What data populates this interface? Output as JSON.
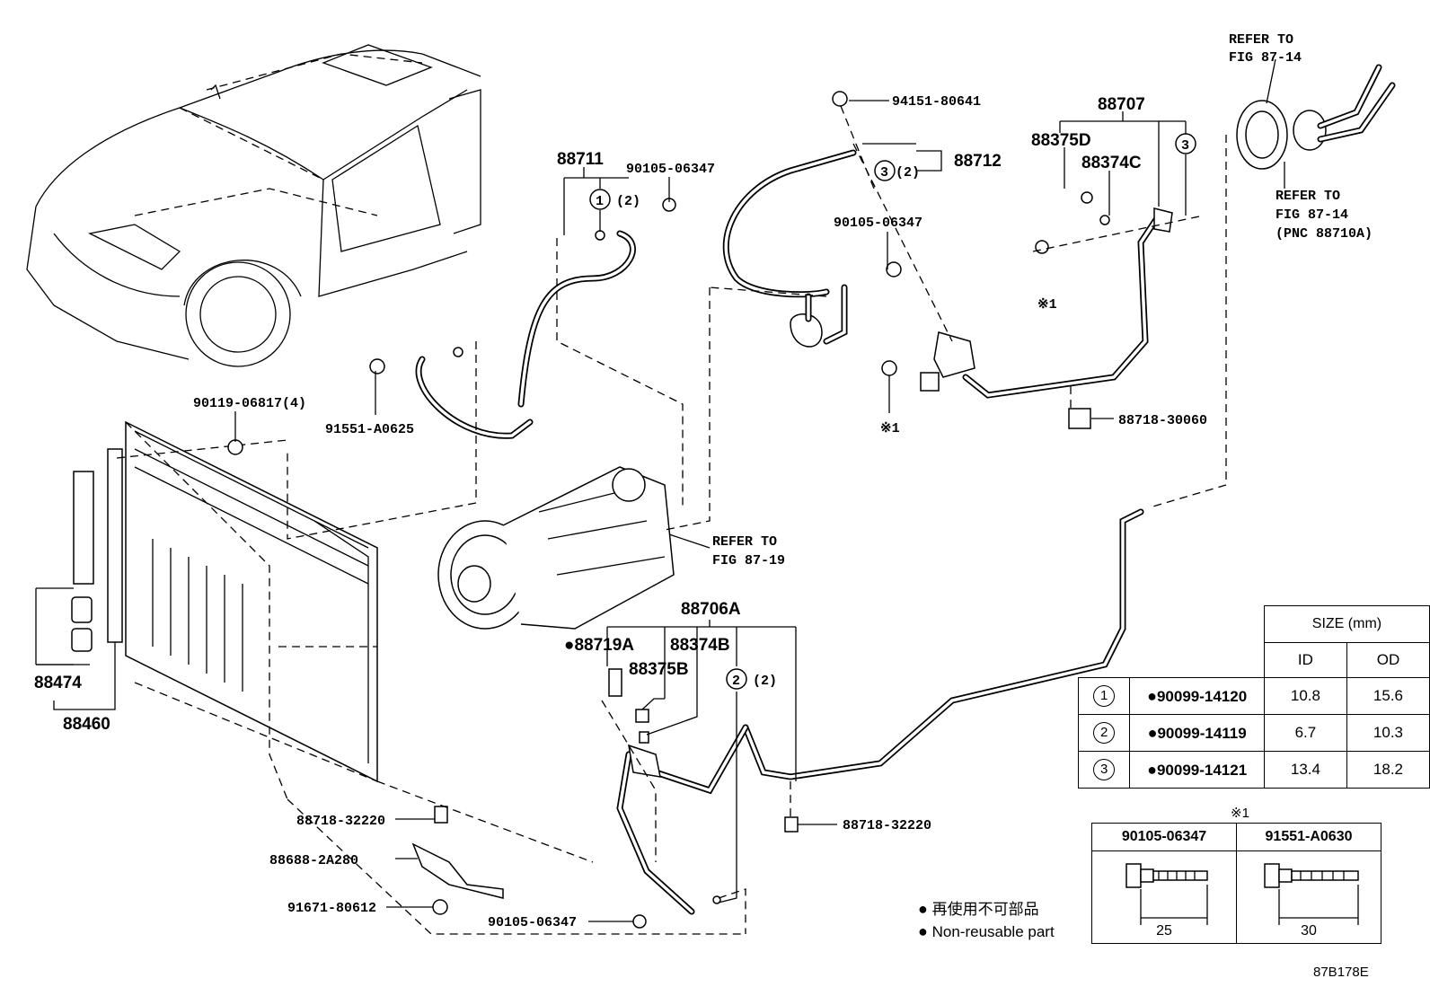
{
  "labels": {
    "refer_top_1": "REFER TO",
    "refer_top_2": "FIG 87-14",
    "refer_mid_1": "REFER TO",
    "refer_mid_2": "FIG 87-14",
    "refer_mid_3": "(PNC 88710A)",
    "refer_comp_1": "REFER TO",
    "refer_comp_2": "FIG 87-19",
    "p88707": "88707",
    "p88375D": "88375D",
    "p88374C": "88374C",
    "p94151": "94151-80641",
    "p88712": "88712",
    "ring3_qty_a": "(2)",
    "p88711": "88711",
    "p90105_a": "90105-06347",
    "ring1_qty": "(2)",
    "p90105_b": "90105-06347",
    "star1_a": "※1",
    "star1_b": "※1",
    "p88718_30060": "88718-30060",
    "p90119": "90119-06817(4)",
    "p91551": "91551-A0625",
    "p88706A": "88706A",
    "p88719A": "●88719A",
    "p88374B": "88374B",
    "p88375B": "88375B",
    "ring2_qty": "(2)",
    "p88474": "88474",
    "p88460": "88460",
    "p88718_32220_a": "88718-32220",
    "p88718_32220_b": "88718-32220",
    "p88688": "88688-2A280",
    "p91671": "91671-80612",
    "p90105_c": "90105-06347",
    "c1": "1",
    "c2": "2",
    "c3": "3"
  },
  "size_table": {
    "header": "SIZE (mm)",
    "col_id": "ID",
    "col_od": "OD",
    "rows": [
      {
        "ring": "1",
        "part": "90099-14120",
        "id": "10.8",
        "od": "15.6"
      },
      {
        "ring": "2",
        "part": "90099-14119",
        "id": "6.7",
        "od": "10.3"
      },
      {
        "ring": "3",
        "part": "90099-14121",
        "id": "13.4",
        "od": "18.2"
      }
    ]
  },
  "bolt_table": {
    "mark": "※1",
    "col1": "90105-06347",
    "col2": "91551-A0630",
    "len1": "25",
    "len2": "30"
  },
  "legend": {
    "jp": "再使用不可部品",
    "en": "Non-reusable part"
  },
  "drawing_id": "87B178E"
}
